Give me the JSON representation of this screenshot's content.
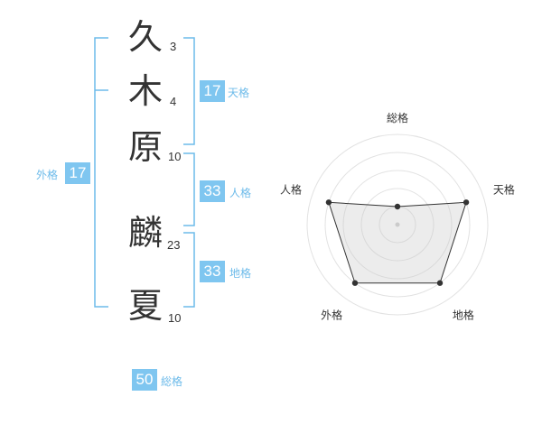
{
  "name": {
    "chars": [
      {
        "char": "久",
        "strokes": "3"
      },
      {
        "char": "木",
        "strokes": "4"
      },
      {
        "char": "原",
        "strokes": "10"
      },
      {
        "char": "麟",
        "strokes": "23"
      },
      {
        "char": "夏",
        "strokes": "10"
      }
    ]
  },
  "fortune": {
    "tenkaku": {
      "value": "17",
      "label": "天格"
    },
    "jinkaku": {
      "value": "33",
      "label": "人格"
    },
    "chikaku": {
      "value": "33",
      "label": "地格"
    },
    "gaikaku": {
      "value": "17",
      "label": "外格"
    },
    "soukaku": {
      "value": "50",
      "label": "総格"
    }
  },
  "colors": {
    "accent": "#7fc6f0",
    "bracket": "#6dbbea",
    "label": "#6dbbea",
    "text": "#333333"
  },
  "chart_data": {
    "type": "radar",
    "axes": [
      "総格",
      "天格",
      "地格",
      "外格",
      "人格"
    ],
    "values": [
      1,
      4,
      4,
      4,
      4
    ],
    "max": 5
  }
}
